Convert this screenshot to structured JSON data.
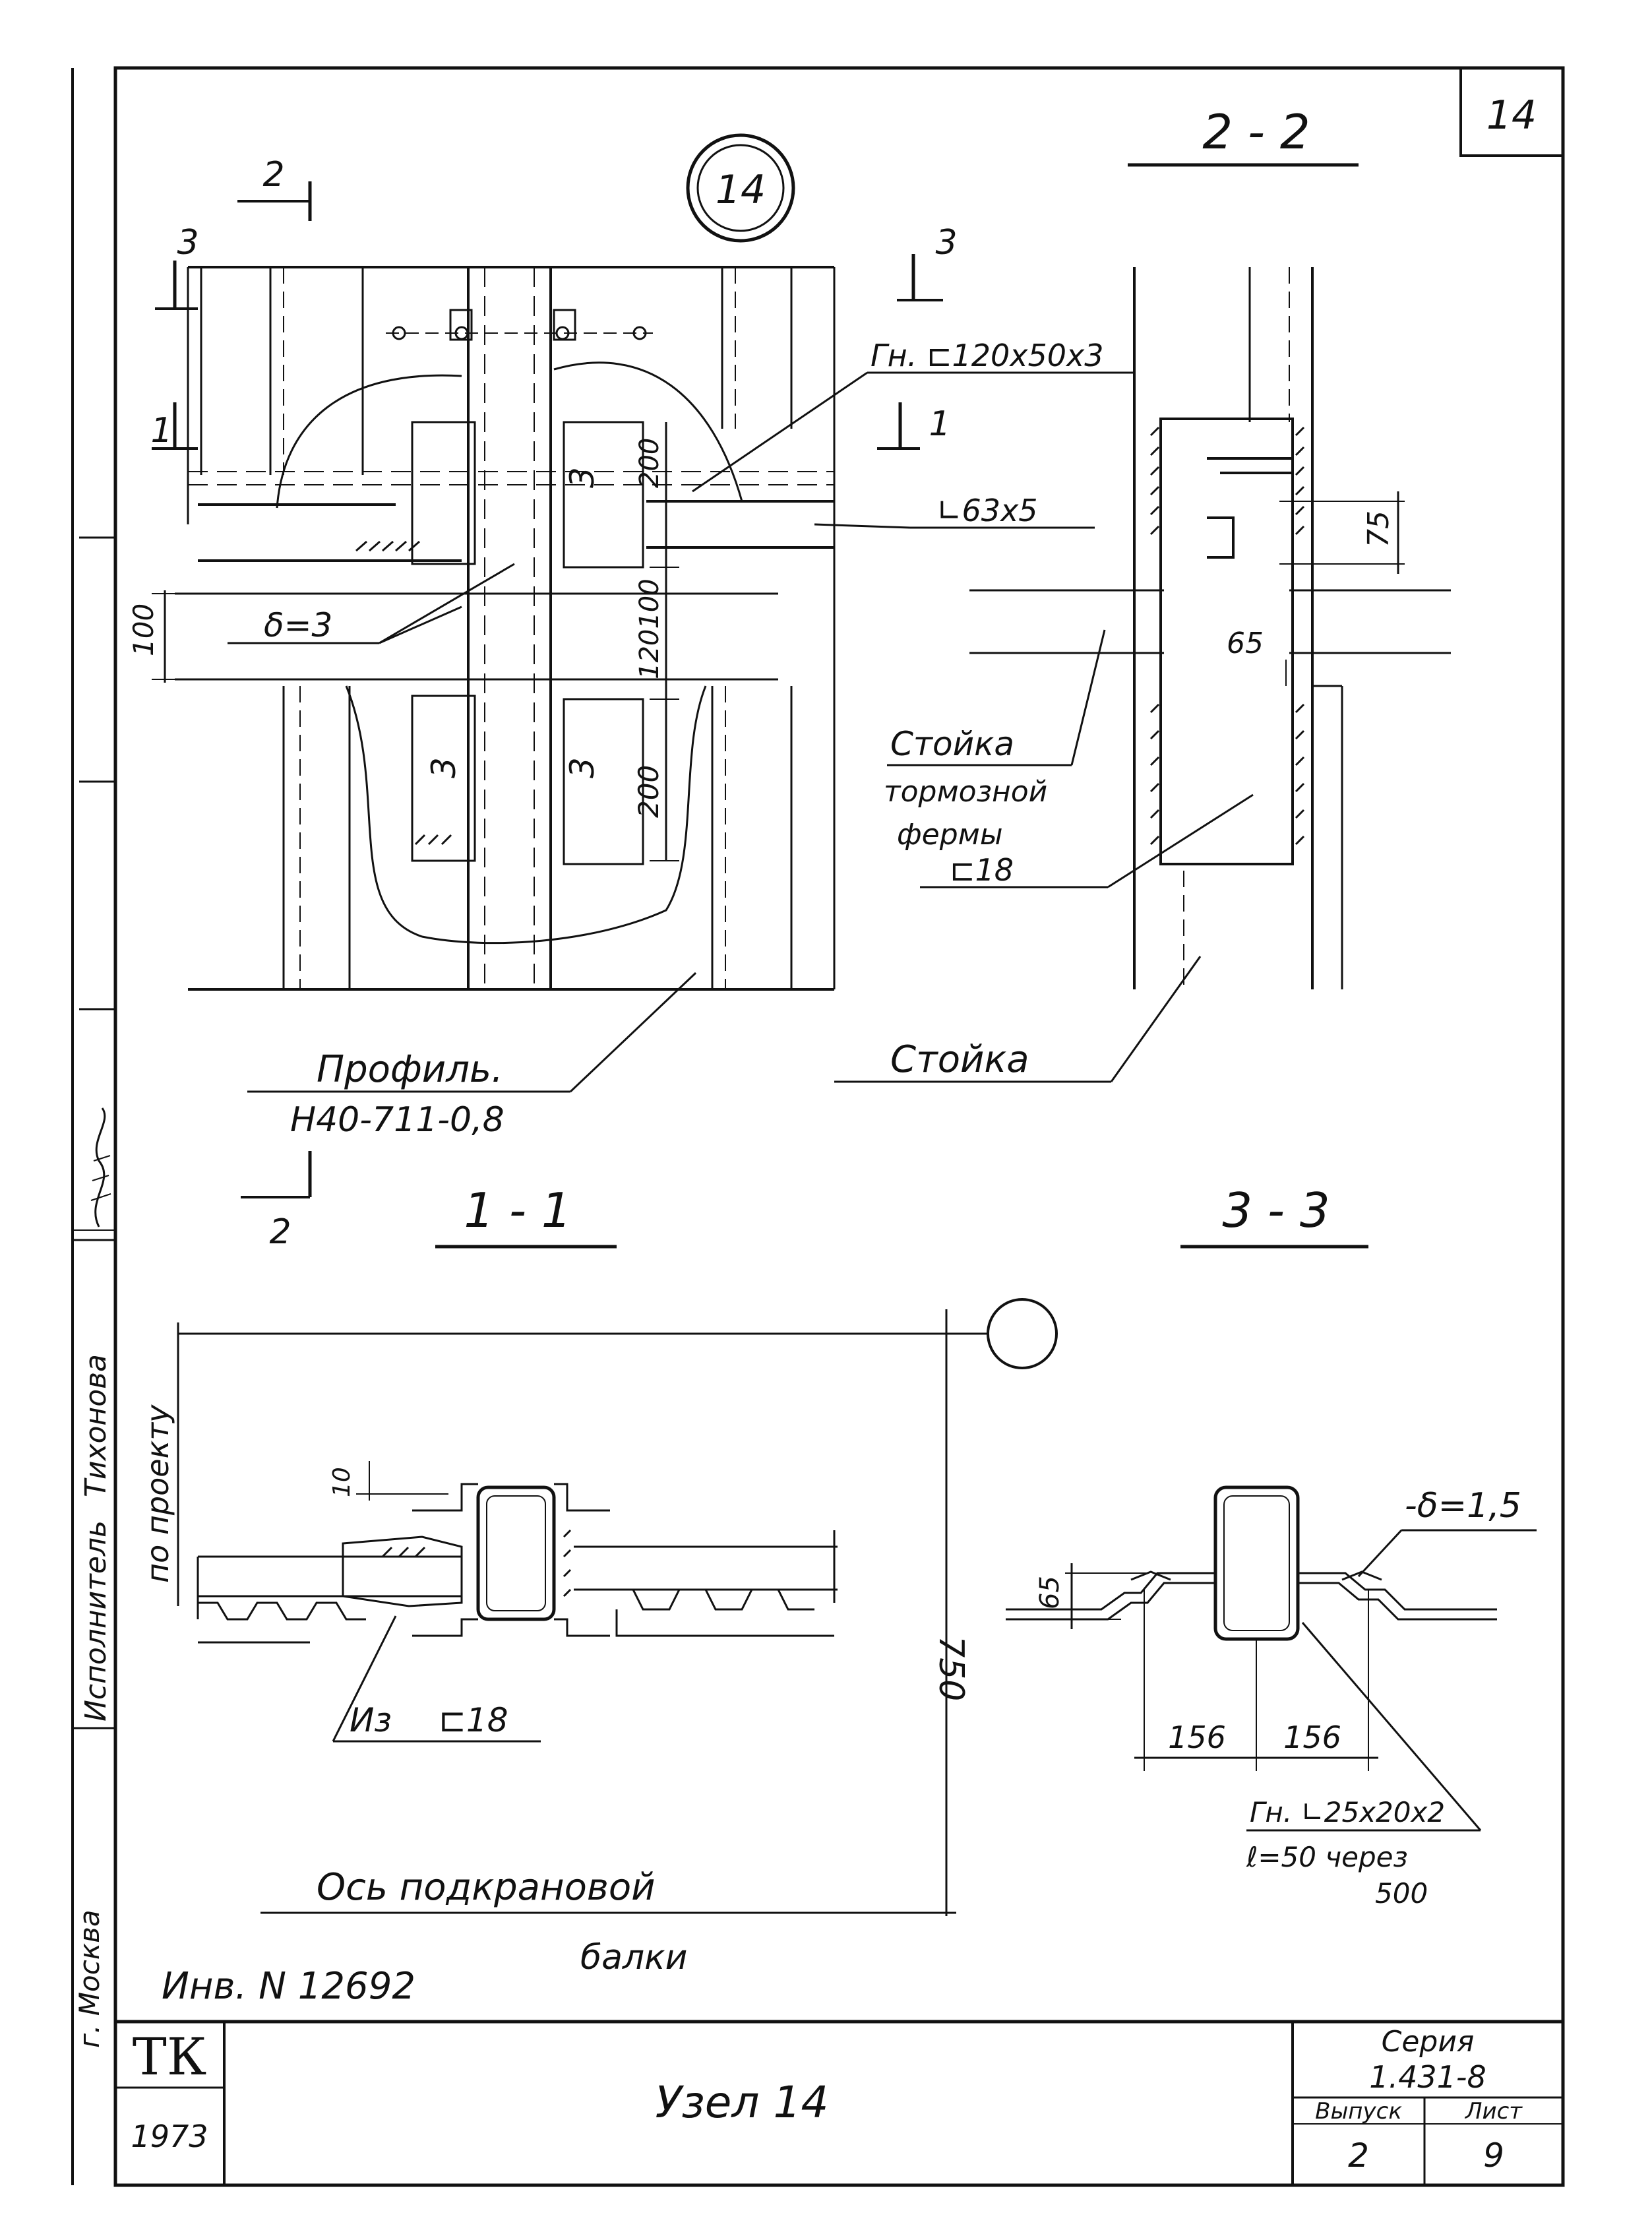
{
  "sheet": {
    "corner_number": "14",
    "node_circle": "14",
    "inventory": "Инв. N 12692",
    "city": "г. Москва",
    "side_stamp": {
      "executor_label": "Исполнитель",
      "executor_name": "Тихонова"
    },
    "title_block": {
      "org": "ТК",
      "year": "1973",
      "title": "Узел 14",
      "series_label": "Серия",
      "series_value": "1.431-8",
      "issue_label": "Выпуск",
      "issue_value": "2",
      "sheet_label": "Лист",
      "sheet_value": "9"
    }
  },
  "elevation": {
    "cut_2_top": "2",
    "cut_2_bottom": "2",
    "cut_3_left": "3",
    "cut_3_right": "3",
    "cut_1_left": "1",
    "cut_1_right": "1",
    "label_gn_channel": "Гн. ⊏120х50х3",
    "label_angle": "∟63х5",
    "label_delta": "δ=3",
    "label_profile_1": "Профиль.",
    "label_profile_2": "Н40-711-0,8",
    "dim_100": "100",
    "dim_200_top": "200",
    "dim_120_100": "120100",
    "dim_200_bottom": "200",
    "weld_3_upper": "3",
    "weld_3_lower_left": "3",
    "weld_3_lower_right": "3"
  },
  "section_2_2": {
    "title": "2 - 2",
    "dim_75": "75",
    "dim_65": "65",
    "label_post_1": "Стойка",
    "label_post_2": "тормозной",
    "label_post_3": "фермы",
    "label_post_4": "⊏18",
    "label_stoyka": "Стойка"
  },
  "section_1_1": {
    "title": "1 - 1",
    "label_by_project": "по проекту",
    "dim_10": "10",
    "dim_750": "750",
    "label_iz_1": "Из",
    "label_iz_2": "⊏18",
    "axis_1": "Ось подкрановой",
    "axis_2": "балки"
  },
  "section_3_3": {
    "title": "3 - 3",
    "label_delta": "-δ=1,5",
    "dim_65": "65",
    "dim_156_left": "156",
    "dim_156_right": "156",
    "label_gn_1": "Гн. ∟25х20х2",
    "label_gn_2": "ℓ=50 через",
    "label_gn_3": "500"
  }
}
